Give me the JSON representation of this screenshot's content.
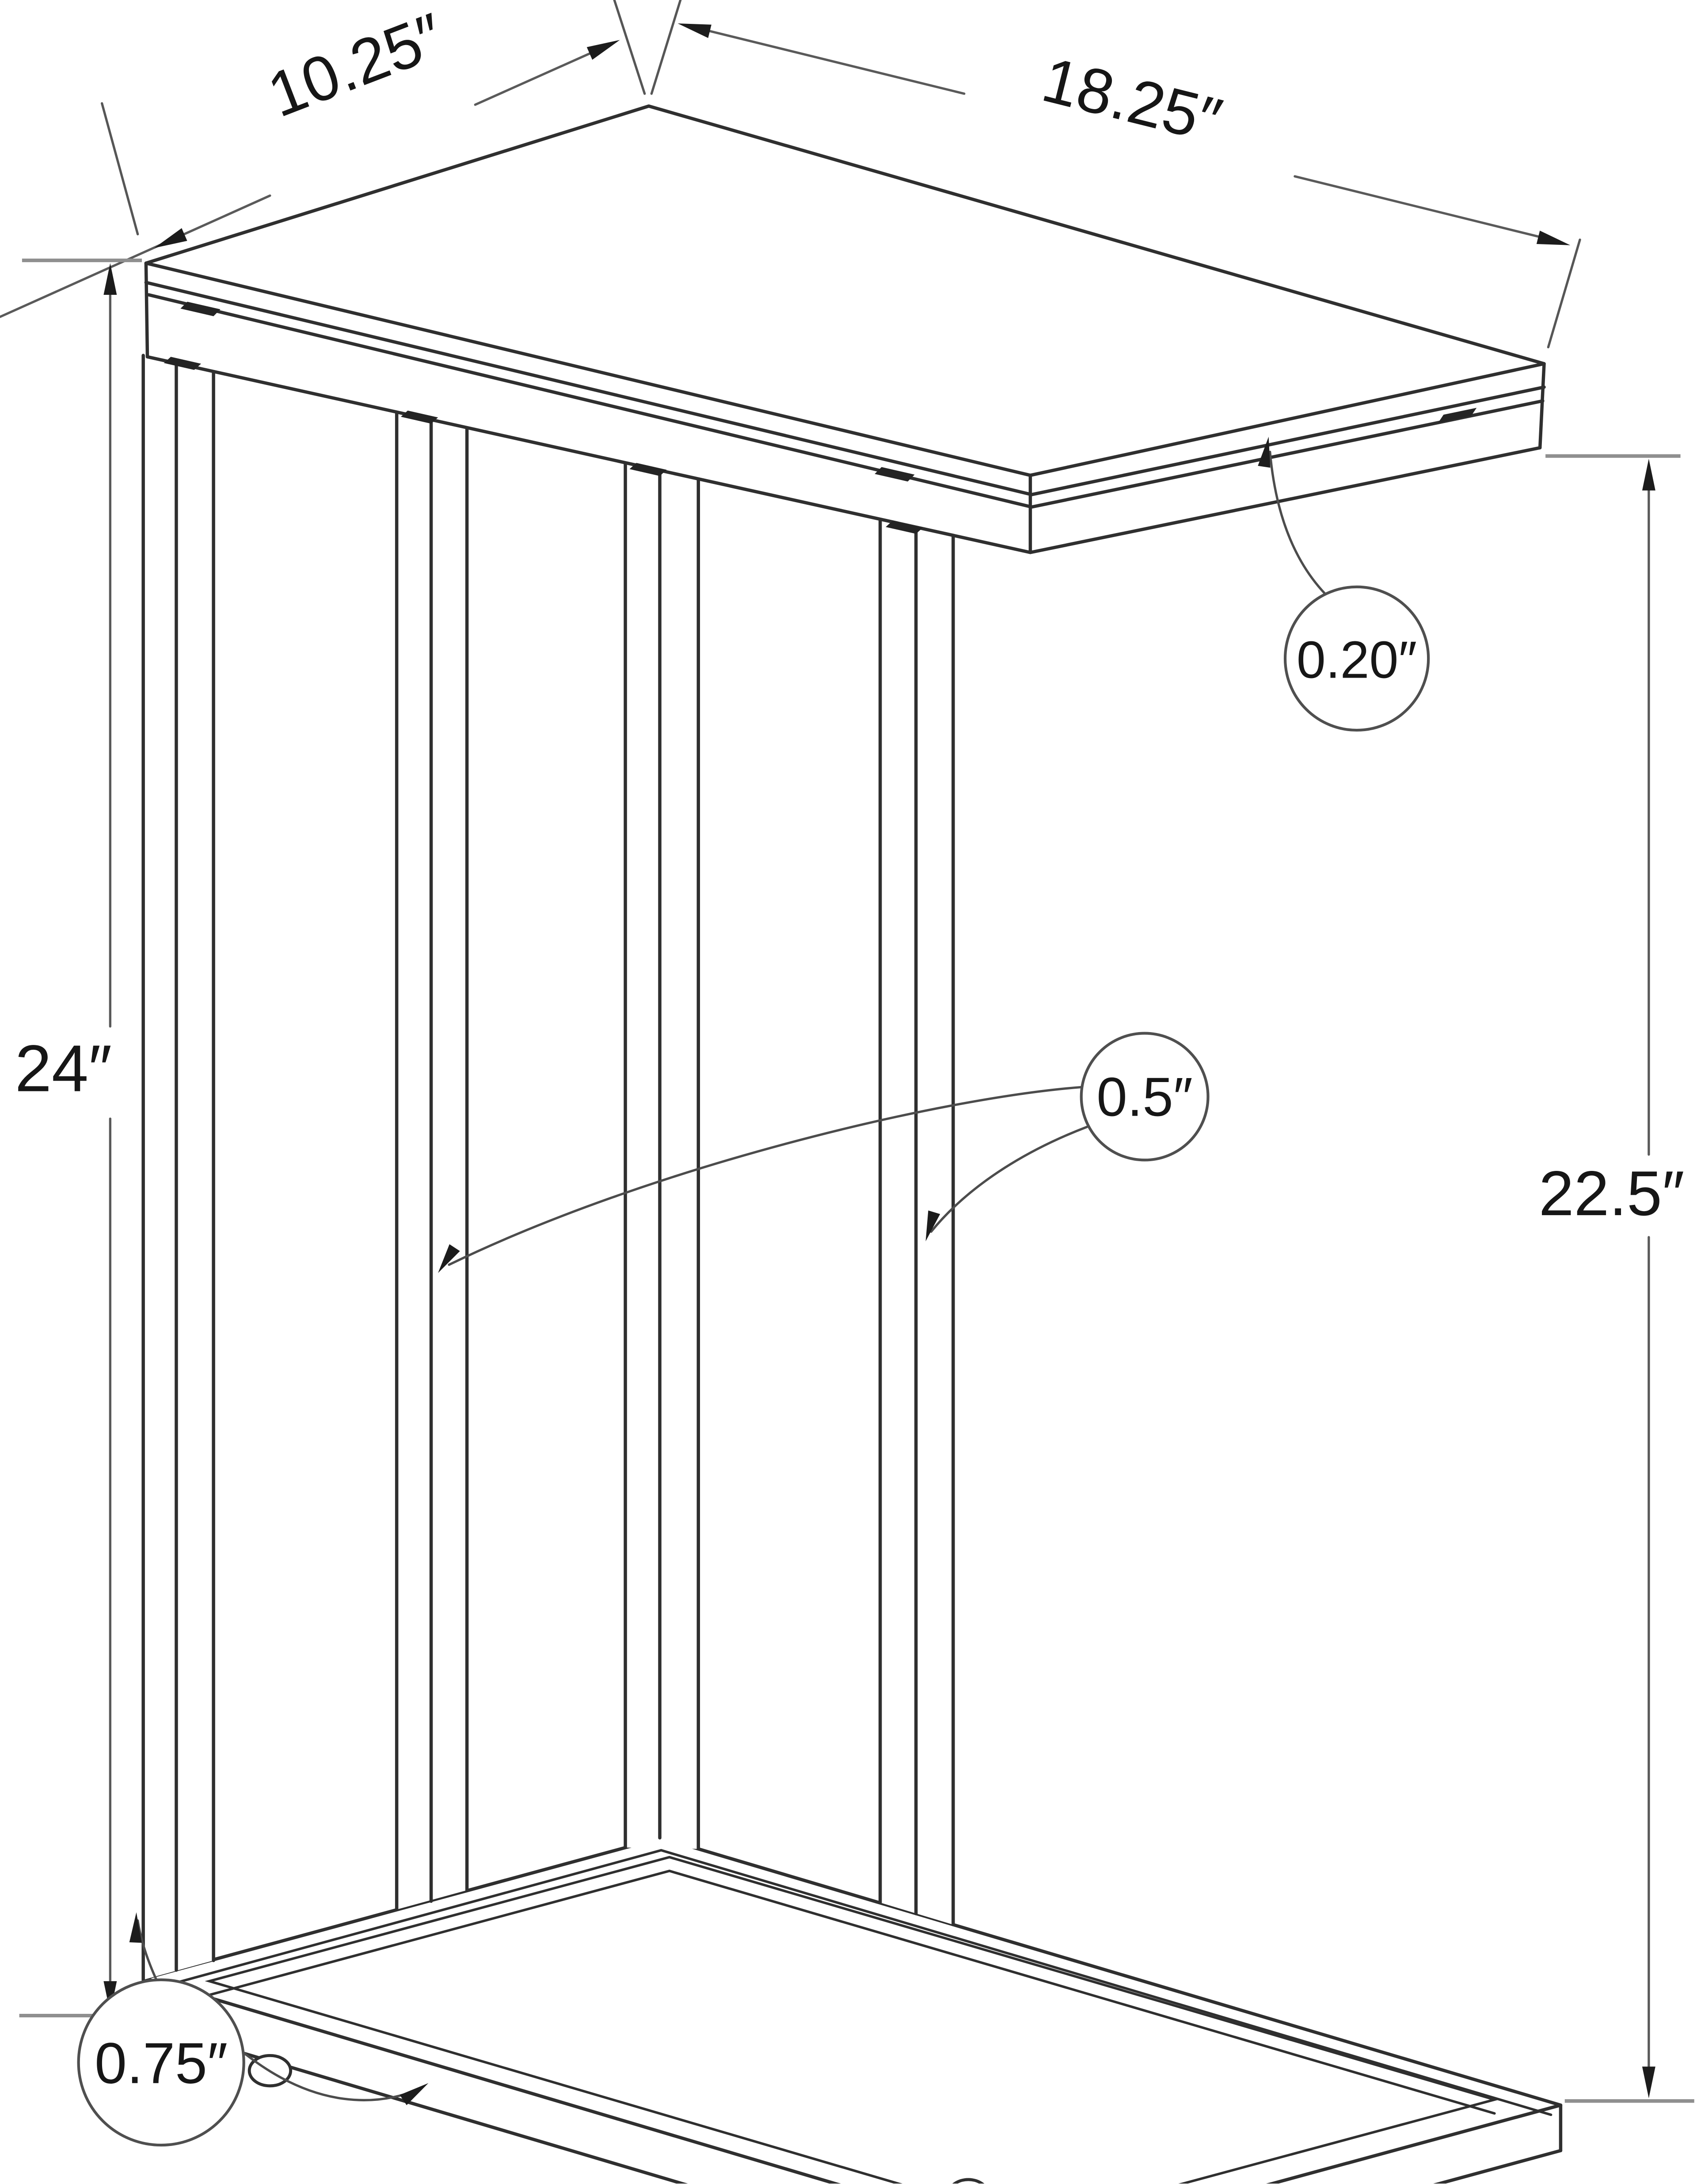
{
  "diagram": {
    "type": "furniture-dimension-drawing",
    "labels": {
      "top_depth": "10.25″",
      "top_length": "18.25″",
      "overall_height": "24″",
      "clearance_height": "22.5″",
      "glass_thickness": "0.20″",
      "frame_tube_thickness": "0.5″",
      "base_frame_thickness": "0.75″"
    },
    "colors": {
      "background": "#ffffff",
      "drawing_line": "#2f2f2f",
      "dimension_line": "#5a5a5a",
      "tick_line": "#8f8f8f",
      "text": "#161616"
    }
  }
}
